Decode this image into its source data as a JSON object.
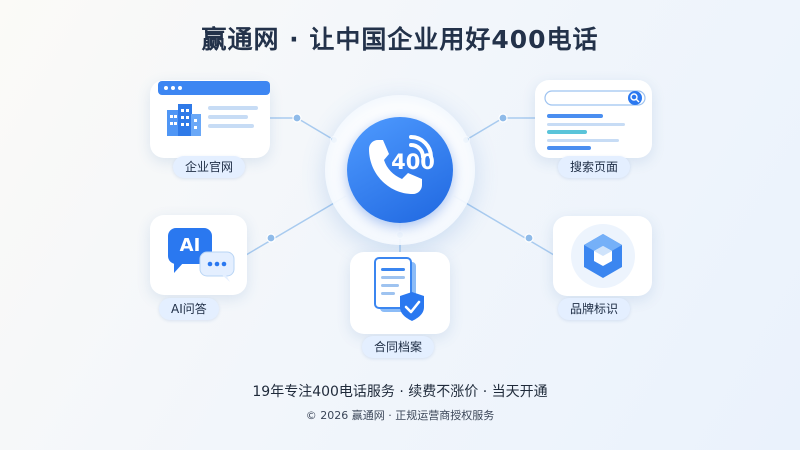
{
  "title": "赢通网 · 让中国企业用好400电话",
  "center": {
    "number": "400"
  },
  "nodes": {
    "website": {
      "label": "企业官网"
    },
    "search": {
      "label": "搜索页面"
    },
    "ai": {
      "label": "AI问答",
      "ai_text": "AI"
    },
    "brand": {
      "label": "品牌标识"
    },
    "contract": {
      "label": "合同档案"
    }
  },
  "footer": {
    "main": "19年专注400电话服务 · 续费不涨价 · 当天开通",
    "sub": "© 2026 赢通网 · 正规运营商授权服务"
  },
  "colors": {
    "accent": "#2a78f0",
    "accent_light": "#4f9bff",
    "pill_bg": "#e4efff",
    "link_line": "#a9cbef"
  },
  "icons": [
    "phone-icon",
    "building-icon",
    "search-icon",
    "chat-bubble-icon",
    "hexagon-cube-icon",
    "document-icon",
    "shield-check-icon"
  ]
}
